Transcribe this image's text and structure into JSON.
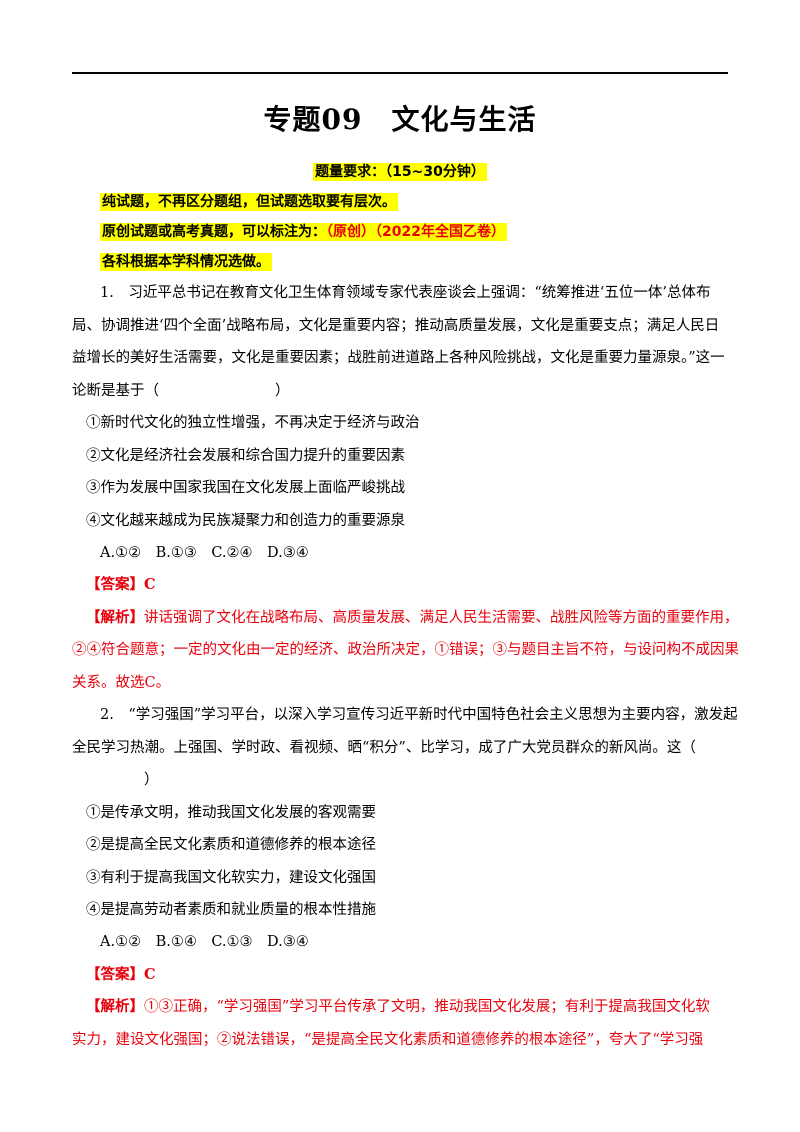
{
  "header": {
    "title": "专题09　文化与生活"
  },
  "requirements": {
    "time_label": "题量要求：（15~30分钟）",
    "line1": "纯试题，不再区分题组，但试题选取要有层次。",
    "line2_prefix": "原创试题或高考真题，可以标注为：",
    "line2_tags": "（原创）（2022年全国乙卷）",
    "line3": "各科根据本学科情况选做。"
  },
  "question1": {
    "stem": [
      "1.　习近平总书记在教育文化卫生体育领域专家代表座谈会上强调：“统筹推进‘五位一体’总体布",
      "局、协调推进‘四个全面’战略布局，文化是重要内容；推动高质量发展，文化是重要支点；满足人民日",
      "益增长的美好生活需要，文化是重要因素；战胜前进道路上各种风险挑战，文化是重要力量源泉。”这一",
      "论断是基于（　　　　　　　　）"
    ],
    "options": [
      "①新时代文化的独立性增强，不再决定于经济与政治",
      "②文化是经济社会发展和综合国力提升的重要因素",
      "③作为发展中国家我国在文化发展上面临严峻挑战",
      "④文化越来越成为民族凝聚力和创造力的重要源泉"
    ],
    "choices": "A.①②　B.①③　C.②④　D.③④",
    "answer_label": "【答案】",
    "answer_value": "C",
    "analysis_label": "【解析】",
    "analysis": [
      "讲话强调了文化在战略布局、高质量发展、满足人民生活需要、战胜风险等方面的重要作用，",
      "②④符合题意；一定的文化由一定的经济、政治所决定，①错误；③与题目主旨不符，与设问构不成因果",
      "关系。故选C。"
    ]
  },
  "question2": {
    "stem": [
      "2.　“学习强国”学习平台，以深入学习宣传习近平新时代中国特色社会主义思想为主要内容，激发起",
      "全民学习热潮。上强国、学时政、看视频、晒“积分”、比学习，成了广大党员群众的新风尚。这（",
      "　　　　）"
    ],
    "options": [
      "①是传承文明，推动我国文化发展的客观需要",
      "②是提高全民文化素质和道德修养的根本途径",
      "③有利于提高我国文化软实力，建设文化强国",
      "④是提高劳动者素质和就业质量的根本性措施"
    ],
    "choices": "A.①②　B.①④　C.①③　D.③④",
    "answer_label": "【答案】",
    "answer_value": "C",
    "analysis_label": "【解析】",
    "analysis": [
      "①③正确，“学习强国”学习平台传承了文明，推动我国文化发展；有利于提高我国文化软",
      "实力，建设文化强国；②说法错误，“是提高全民文化素质和道德修养的根本途径”，夸大了“学习强"
    ]
  }
}
